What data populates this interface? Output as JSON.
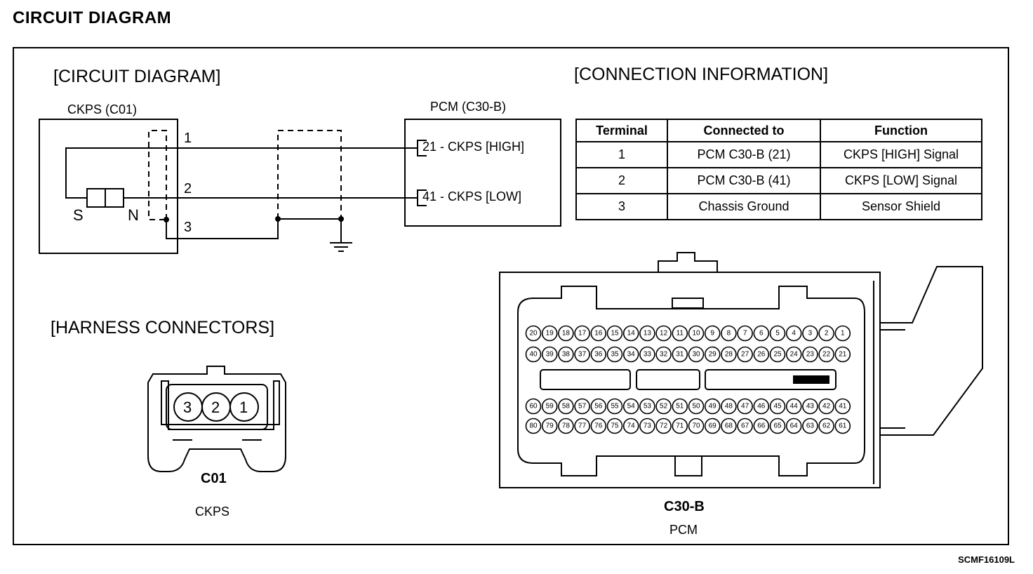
{
  "page_title": "CIRCUIT DIAGRAM",
  "sections": {
    "circuit": "[CIRCUIT DIAGRAM]",
    "connection": "[CONNECTION INFORMATION]",
    "harness": "[HARNESS CONNECTORS]"
  },
  "ckps": {
    "label": "CKPS (C01)",
    "pins": [
      "1",
      "2",
      "3"
    ],
    "sensor_s": "S",
    "sensor_n": "N"
  },
  "pcm": {
    "label": "PCM (C30-B)",
    "pin_high": "21 - CKPS [HIGH]",
    "pin_low": "41 - CKPS [LOW]"
  },
  "table": {
    "headers": [
      "Terminal",
      "Connected to",
      "Function"
    ],
    "rows": [
      [
        "1",
        "PCM C30-B (21)",
        "CKPS [HIGH] Signal"
      ],
      [
        "2",
        "PCM C30-B (41)",
        "CKPS [LOW] Signal"
      ],
      [
        "3",
        "Chassis Ground",
        "Sensor Shield"
      ]
    ]
  },
  "c01": {
    "code": "C01",
    "name": "CKPS",
    "pins": [
      "3",
      "2",
      "1"
    ]
  },
  "c30b": {
    "code": "C30-B",
    "name": "PCM",
    "rows": [
      [
        "20",
        "19",
        "18",
        "17",
        "16",
        "15",
        "14",
        "13",
        "12",
        "11",
        "10",
        "9",
        "8",
        "7",
        "6",
        "5",
        "4",
        "3",
        "2",
        "1"
      ],
      [
        "40",
        "39",
        "38",
        "37",
        "36",
        "35",
        "34",
        "33",
        "32",
        "31",
        "30",
        "29",
        "28",
        "27",
        "26",
        "25",
        "24",
        "23",
        "22",
        "21"
      ],
      [
        "60",
        "59",
        "58",
        "57",
        "56",
        "55",
        "54",
        "53",
        "52",
        "51",
        "50",
        "49",
        "48",
        "47",
        "46",
        "45",
        "44",
        "43",
        "42",
        "41"
      ],
      [
        "80",
        "79",
        "78",
        "77",
        "76",
        "75",
        "74",
        "73",
        "72",
        "71",
        "70",
        "69",
        "68",
        "67",
        "66",
        "65",
        "64",
        "63",
        "62",
        "61"
      ]
    ]
  },
  "diagram_code": "SCMF16109L"
}
